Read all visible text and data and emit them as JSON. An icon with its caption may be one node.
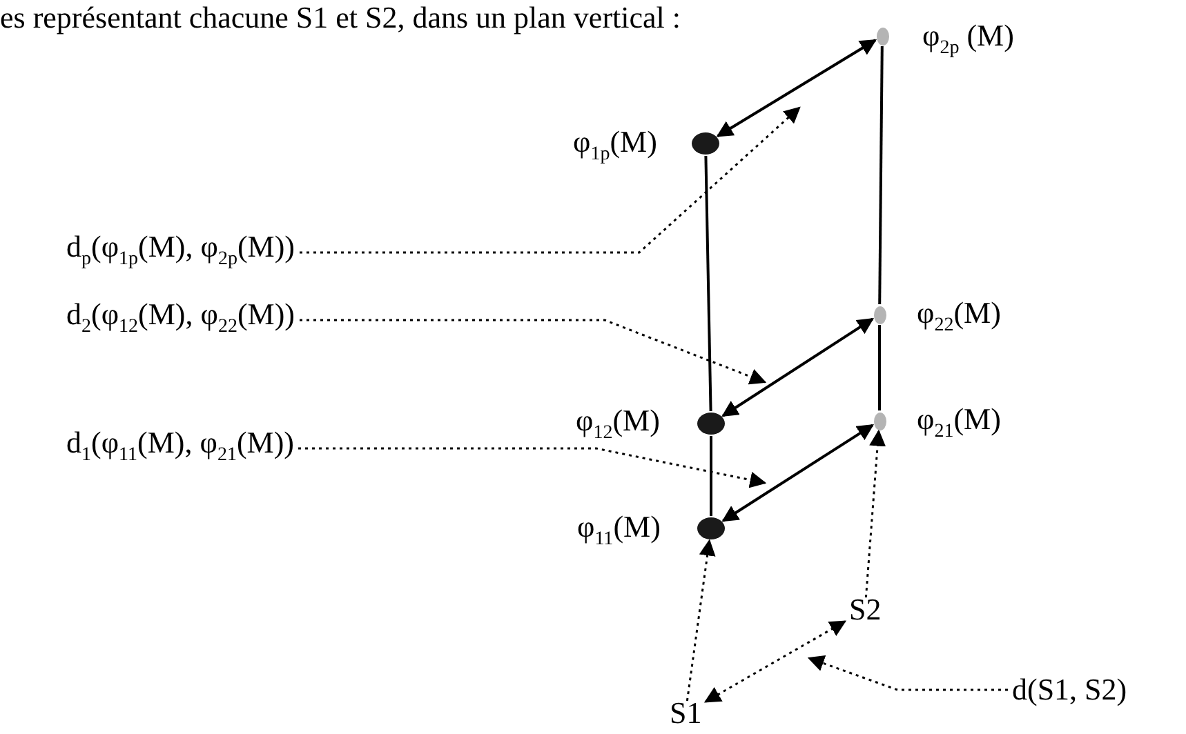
{
  "diagram": {
    "nodes": [
      {
        "text": [],
        "shape": "circle",
        "beside": [
          "φ$_{2p}$ (M)"
        ]
      },
      {
        "text": [],
        "shape": "circle",
        "beside": [
          "φ$_{1p}$(M)"
        ]
      },
      {
        "text": [
          "d$_{p}$(φ$_{1p}$(M), φ$_{2p}$(M))"
        ]
      },
      {
        "text": [
          "d$_{2}$(φ$_{12}$(M), φ$_{22}$(M))"
        ]
      },
      {
        "text": [],
        "shape": "circle",
        "beside": [
          "φ$_{22}$(M)"
        ]
      },
      {
        "text": [],
        "shape": "circle",
        "beside": [
          "φ$_{12}$(M)"
        ]
      },
      {
        "text": [
          "d$_{1}$(φ$_{11}$(M), φ$_{21}$(M))"
        ]
      },
      {
        "text": [],
        "shape": "circle",
        "beside": [
          "φ$_{21}$(M)"
        ]
      },
      {
        "text": [],
        "shape": "circle",
        "beside": [
          "φ$_{11}$(M)"
        ]
      },
      {
        "text": [
          "S2"
        ]
      },
      {
        "text": [
          "d(S1, S2)"
        ]
      },
      {
        "text": [
          "S1"
        ]
      }
    ],
    "edges": [
      {
        "from": 1,
        "to": 5,
        "arrow": "none"
      },
      {
        "from": 5,
        "to": 8,
        "arrow": "none"
      },
      {
        "from": 0,
        "to": 4,
        "arrow": "none"
      },
      {
        "from": 4,
        "to": 7,
        "arrow": "none"
      },
      {
        "from": 1,
        "to": 0,
        "arrow": "both"
      },
      {
        "from": 5,
        "to": 4,
        "arrow": "both"
      },
      {
        "from": 8,
        "to": 7,
        "arrow": "both"
      },
      {
        "from": 11,
        "to": 8,
        "arrow": "to",
        "style": "dashed"
      },
      {
        "from": 9,
        "to": 7,
        "arrow": "to",
        "style": "dashed"
      },
      {
        "from": 11,
        "to": 9,
        "arrow": "both",
        "style": "dashed"
      },
      {
        "from": 2,
        "to": null,
        "arrow": "to",
        "style": "dashed"
      },
      {
        "from": 3,
        "to": null,
        "arrow": "to",
        "style": "dashed"
      },
      {
        "from": 6,
        "to": null,
        "arrow": "to",
        "style": "dashed"
      },
      {
        "from": 10,
        "to": null,
        "arrow": "to",
        "style": "dashed"
      }
    ],
    "labels": [
      "es représentant chacune S1 et S2, dans un plan vertical :"
    ]
  }
}
